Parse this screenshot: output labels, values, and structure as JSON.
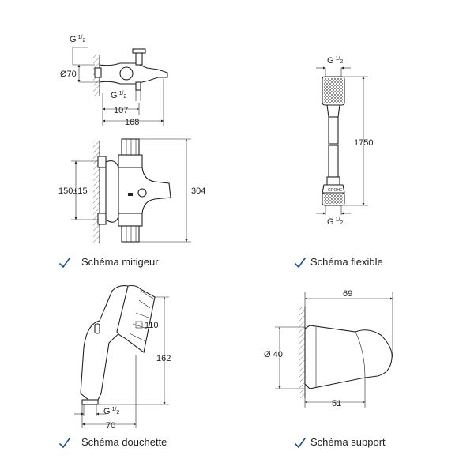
{
  "captions": {
    "mitigeur": "Schéma mitigeur",
    "flexible": "Schéma flexible",
    "douchette": "Schéma douchette",
    "support": "Schéma support"
  },
  "dims": {
    "g": "G",
    "thread_num": "1",
    "thread_den": "2",
    "d70": "Ø70",
    "d107": "107",
    "d168": "168",
    "d150": "150±15",
    "d304": "304",
    "d1750": "1750",
    "d110": "110",
    "d162": "162",
    "d70b": "70",
    "d69": "69",
    "d40": "Ø 40",
    "d51": "51"
  },
  "icons": {
    "check": "check-icon"
  },
  "colors": {
    "check": "#1a4f8b",
    "line": "#222222"
  }
}
